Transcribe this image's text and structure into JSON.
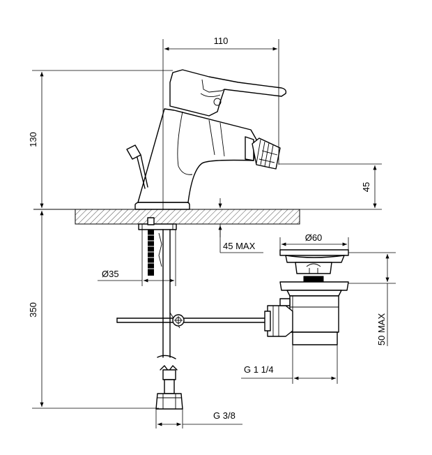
{
  "dimensions": {
    "width_110": "110",
    "height_130": "130",
    "height_45": "45",
    "max_45": "45 MAX",
    "dia_35": "Ø35",
    "length_350": "350",
    "dia_60": "Ø60",
    "max_50": "50 MAX",
    "thread_g114": "G 1 1/4",
    "thread_g38": "G 3/8"
  },
  "colors": {
    "line": "#000000",
    "hatch": "#000000",
    "background": "#ffffff"
  }
}
